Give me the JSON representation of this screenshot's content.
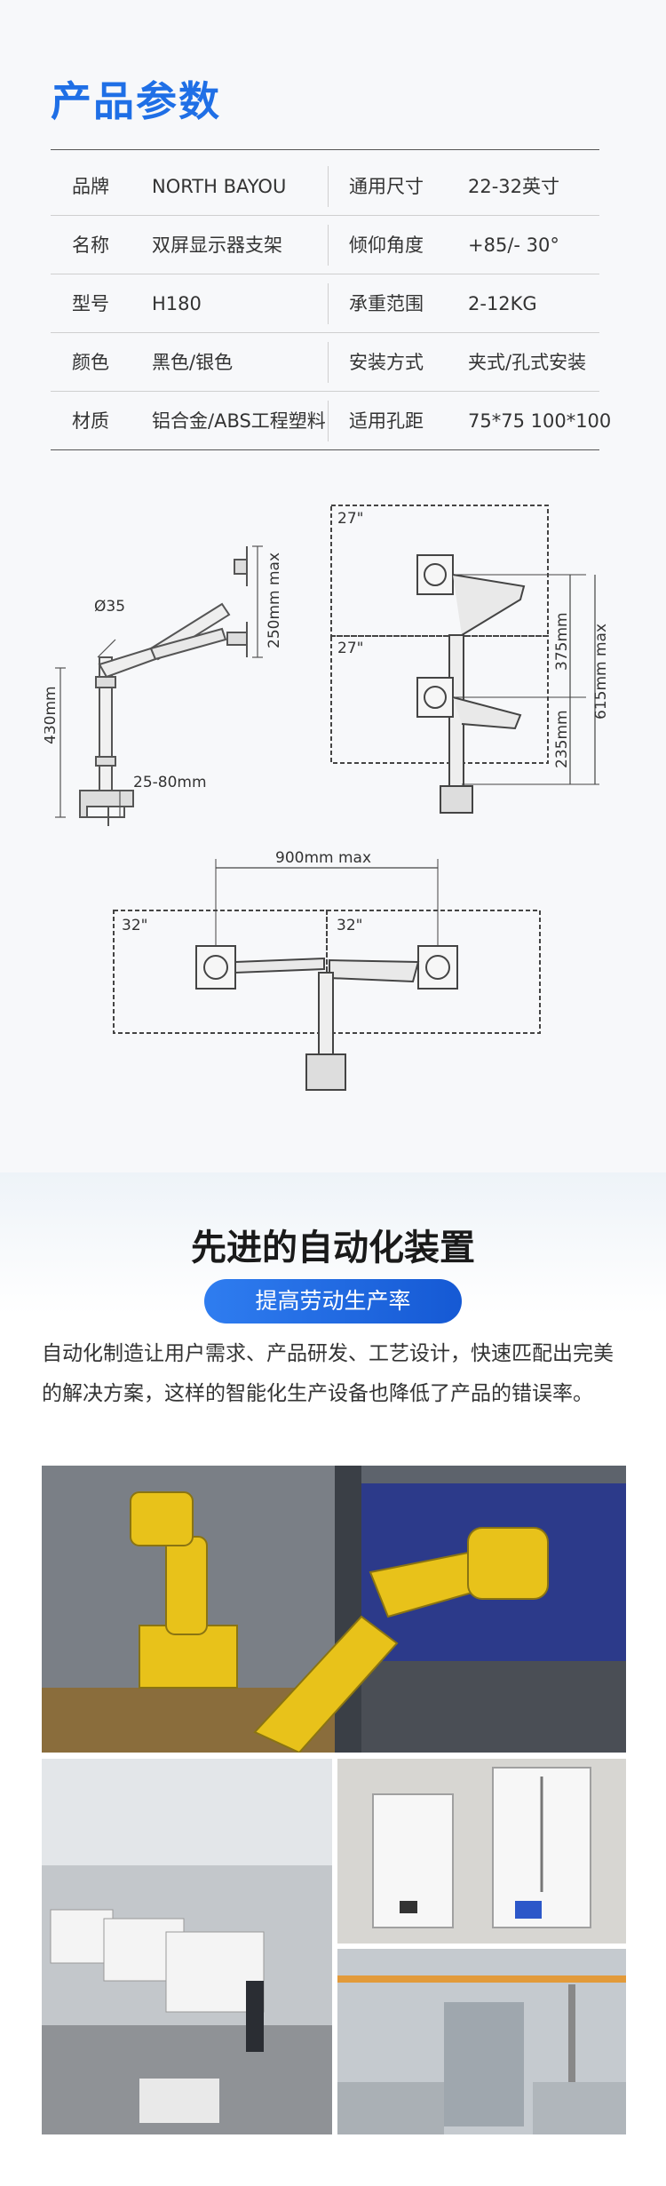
{
  "spec": {
    "title": "产品参数",
    "rows": [
      {
        "k1": "品牌",
        "v1": "NORTH BAYOU",
        "k2": "通用尺寸",
        "v2": "22-32英寸"
      },
      {
        "k1": "名称",
        "v1": "双屏显示器支架",
        "k2": "倾仰角度",
        "v2": "+85/- 30°"
      },
      {
        "k1": "型号",
        "v1": "H180",
        "k2": "承重范围",
        "v2": "2-12KG"
      },
      {
        "k1": "颜色",
        "v1": "黑色/银色",
        "k2": "安装方式",
        "v2": "夹式/孔式安装"
      },
      {
        "k1": "材质",
        "v1": "铝合金/ABS工程塑料",
        "k2": "适用孔距",
        "v2": "75*75 100*100"
      }
    ]
  },
  "diagram_side": {
    "diameter": "Ø35",
    "height": "430mm",
    "arm_max": "250mm max",
    "clamp": "25-80mm"
  },
  "diagram_stacked": {
    "top_label": "27\"",
    "bottom_label": "27\"",
    "upper": "375mm",
    "lower": "235mm",
    "total": "615mm max"
  },
  "diagram_wide": {
    "width": "900mm max",
    "left_label": "32\"",
    "right_label": "32\""
  },
  "automation": {
    "title": "先进的自动化装置",
    "pill": "提高劳动生产率",
    "description": "自动化制造让用户需求、产品研发、工艺设计，快速匹配出完美的解决方案，这样的智能化生产设备也降低了产品的错误率。"
  },
  "colors": {
    "accent": "#1f6fe6",
    "robot_yellow": "#e8c21a"
  }
}
